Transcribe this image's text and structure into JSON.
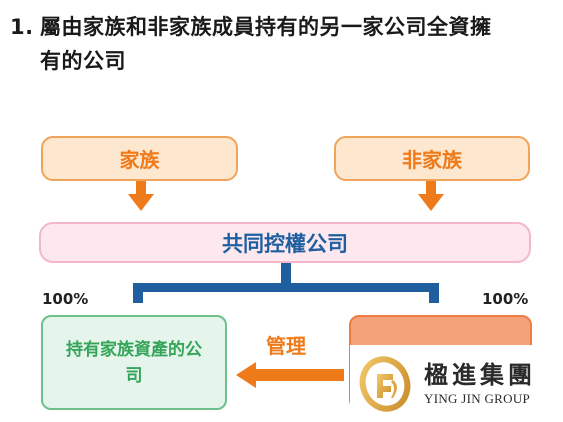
{
  "heading": {
    "number": "1.",
    "line1": "屬由家族和非家族成員持有的另一家公司全資擁",
    "line2": "有的公司"
  },
  "nodes": {
    "family": "家族",
    "non_family": "非家族",
    "holding": "共同控權公司",
    "asset_company": "持有家族資產的公司"
  },
  "labels": {
    "left_percent": "100%",
    "right_percent": "100%",
    "management": "管理"
  },
  "logo": {
    "name_cn": "楹進集團",
    "name_en": "YING JIN GROUP"
  },
  "colors": {
    "orange": "#ee7a1a",
    "blue": "#1f5fa0",
    "green": "#35a559"
  }
}
